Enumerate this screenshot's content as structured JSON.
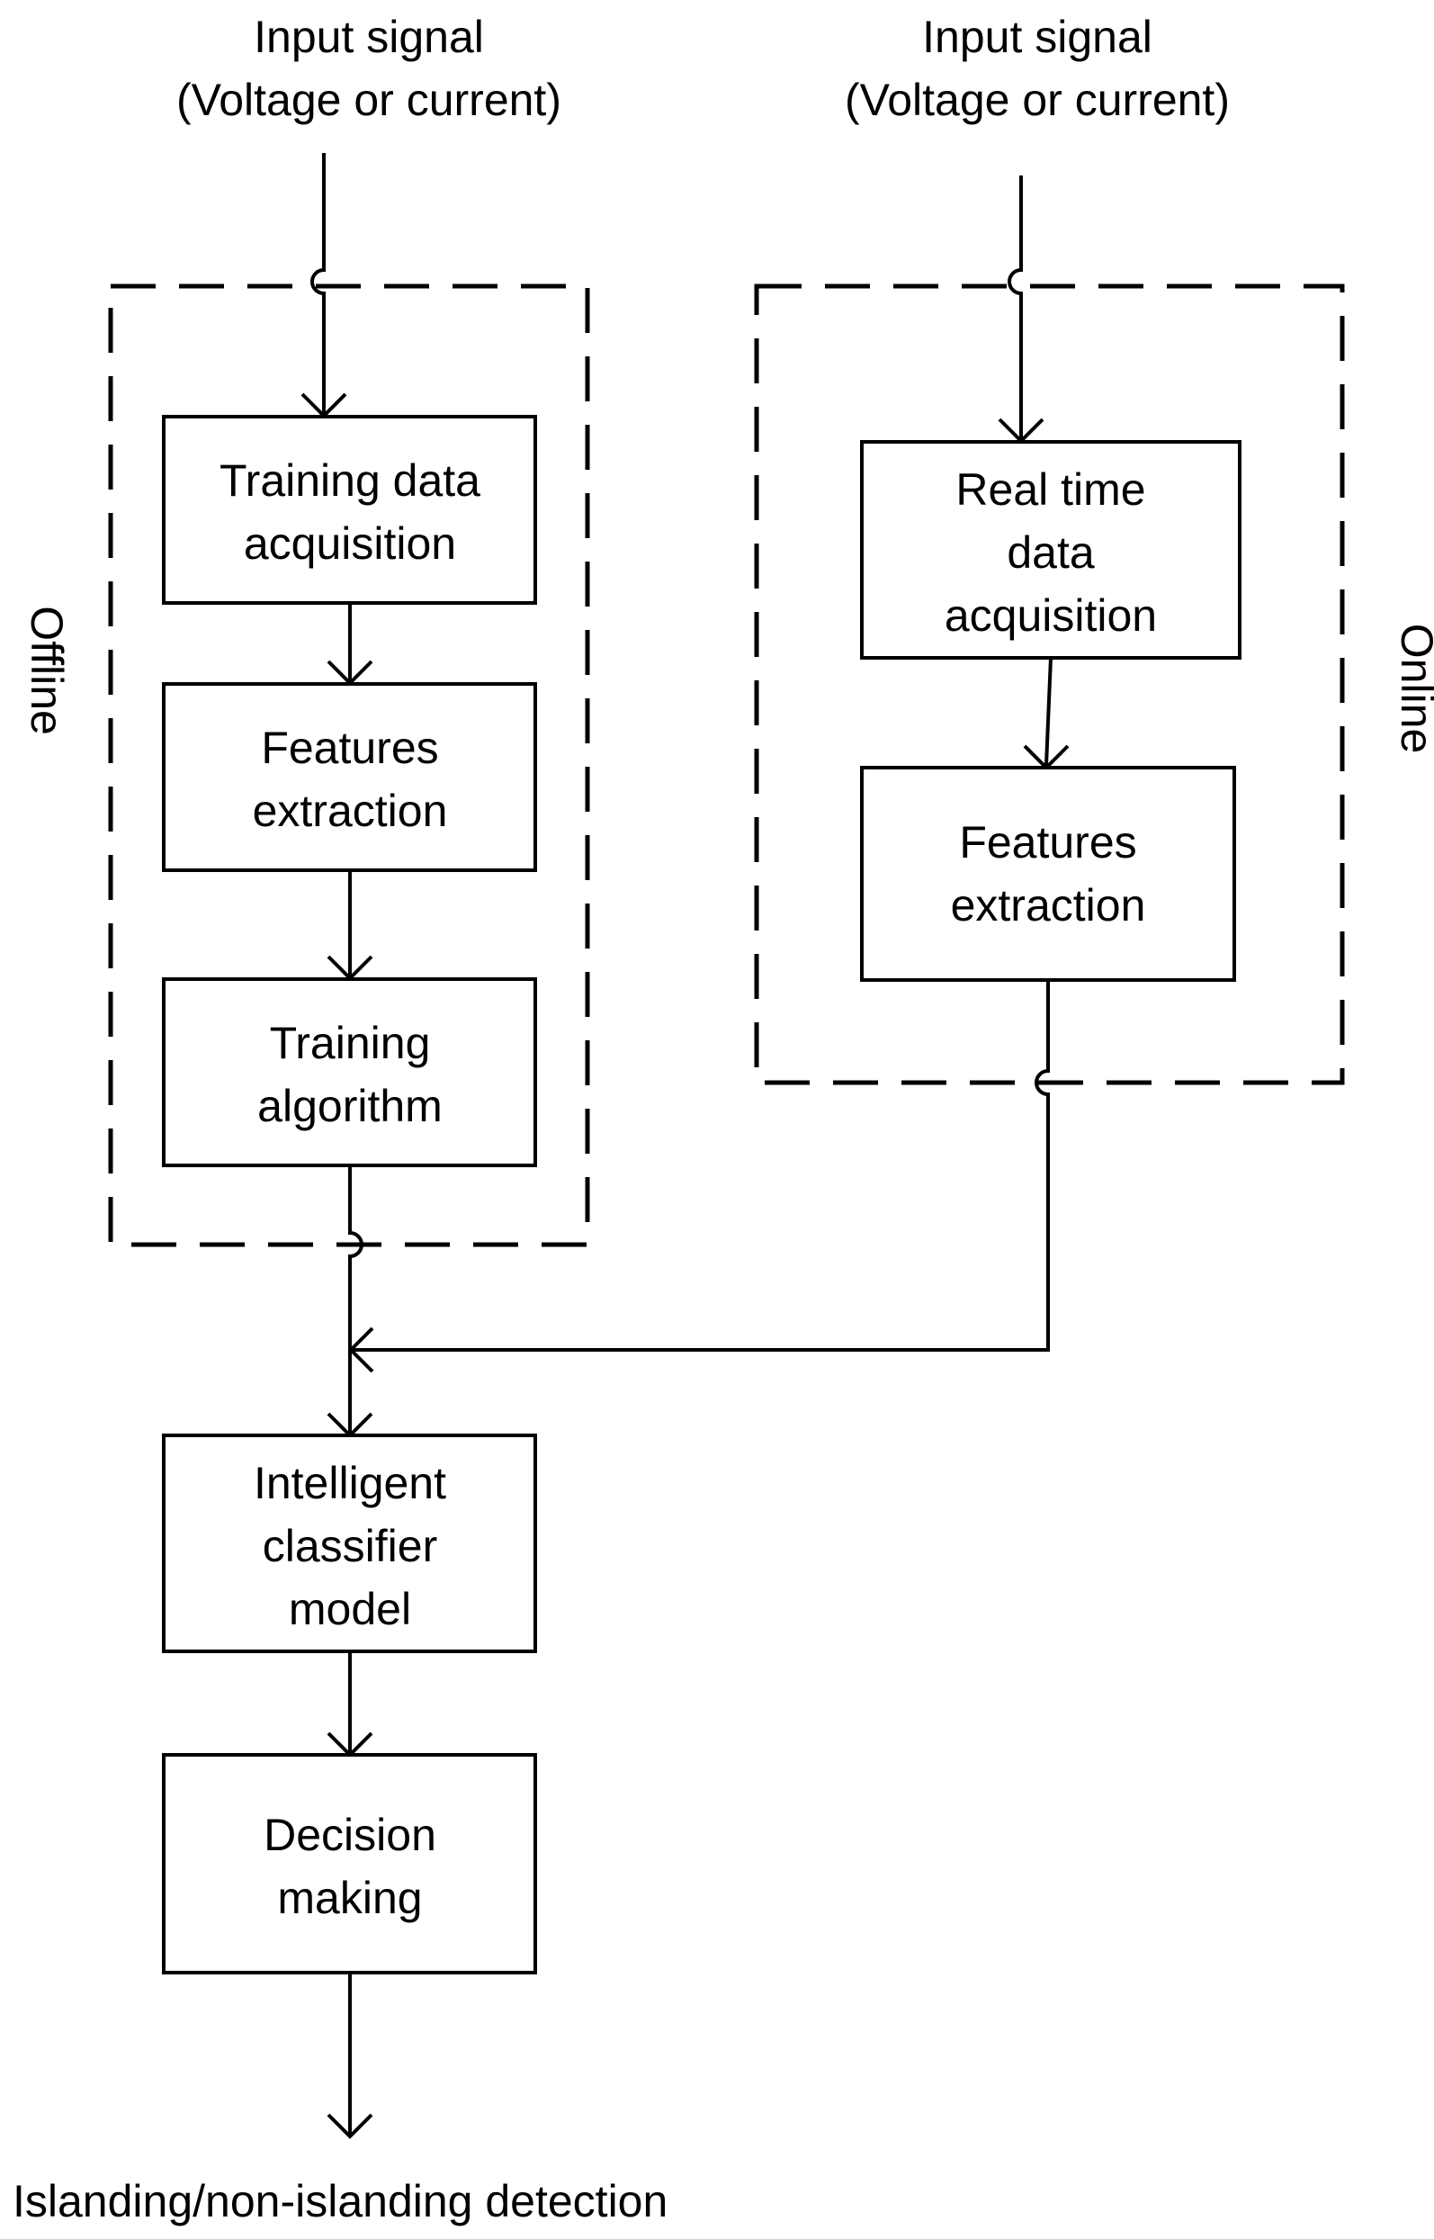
{
  "inputs": {
    "offline": {
      "line1": "Input signal",
      "line2": "(Voltage or current)"
    },
    "online": {
      "line1": "Input signal",
      "line2": "(Voltage or current)"
    }
  },
  "groups": {
    "offline": "Offline",
    "online": "Online"
  },
  "boxes": {
    "training_data": [
      "Training data",
      "acquisition"
    ],
    "offline_features": [
      "Features",
      "extraction"
    ],
    "training_algorithm": [
      "Training",
      "algorithm"
    ],
    "realtime_data": [
      "Real time",
      "data",
      "acquisition"
    ],
    "online_features": [
      "Features",
      "extraction"
    ],
    "classifier": [
      "Intelligent",
      "classifier",
      "model"
    ],
    "decision": [
      "Decision",
      "making"
    ]
  },
  "output": "Islanding/non-islanding detection"
}
